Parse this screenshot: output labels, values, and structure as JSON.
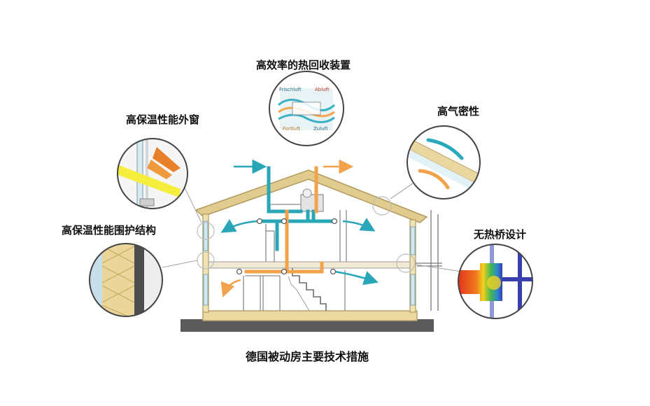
{
  "labels": {
    "heat_recovery": "高效率的热回收装置",
    "windows": "高保温性能外窗",
    "airtightness": "高气密性",
    "envelope": "高保温性能围护结构",
    "thermal_bridge": "无热桥设计",
    "caption": "德国被动房主要技术措施"
  },
  "heat_exchanger": {
    "frischluft": "Frischluft",
    "abluft": "Abluft",
    "fortluft": "Fortluft",
    "zuluft": "Zuluft"
  },
  "colors": {
    "supply_air": "#29a6b8",
    "exhaust_air": "#f2a24b",
    "house_outline": "#cdbd86",
    "ground": "#5a5a5a"
  }
}
